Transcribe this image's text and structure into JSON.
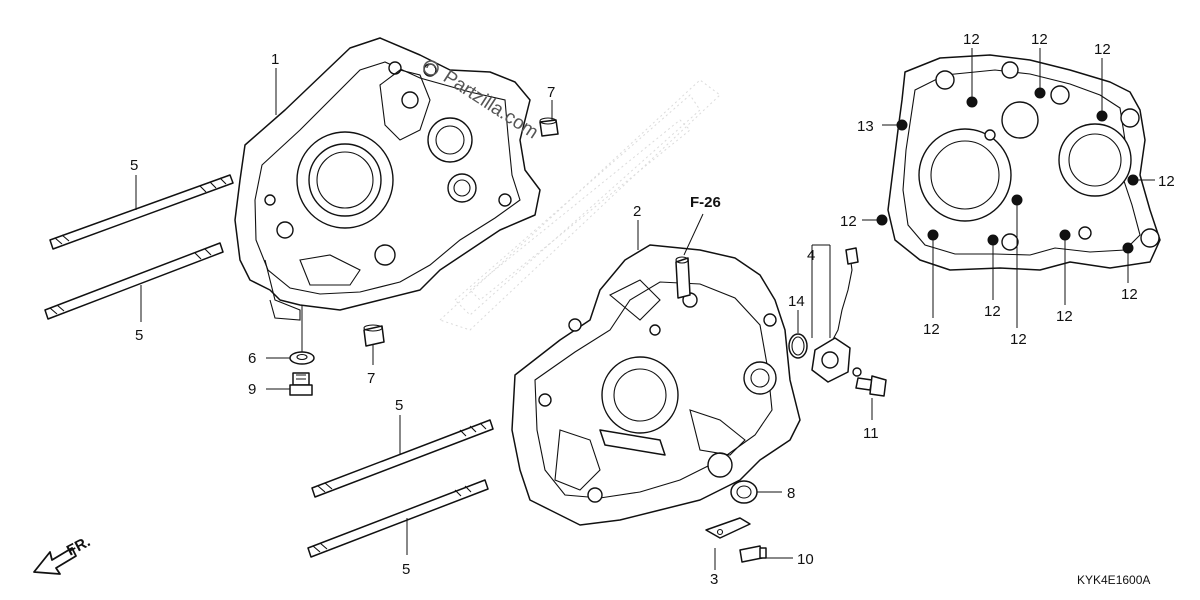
{
  "watermark": "Partzilla.com",
  "reference": "F-26",
  "diagram_code": "KYK4E1600A",
  "front_indicator": "FR.",
  "callouts": {
    "c1": "1",
    "c2": "2",
    "c3": "3",
    "c4": "4",
    "c5a": "5",
    "c5b": "5",
    "c5c": "5",
    "c5d": "5",
    "c6": "6",
    "c7a": "7",
    "c7b": "7",
    "c8": "8",
    "c9": "9",
    "c10": "10",
    "c11": "11",
    "c12a": "12",
    "c12b": "12",
    "c12c": "12",
    "c12d": "12",
    "c12e": "12",
    "c12f": "12",
    "c12g": "12",
    "c12h": "12",
    "c12i": "12",
    "c12j": "12",
    "c13": "13",
    "c14": "14"
  },
  "icons": {
    "front_arrow": "arrow-down-left-icon",
    "watermark_logo": "partzilla-logo-icon"
  }
}
